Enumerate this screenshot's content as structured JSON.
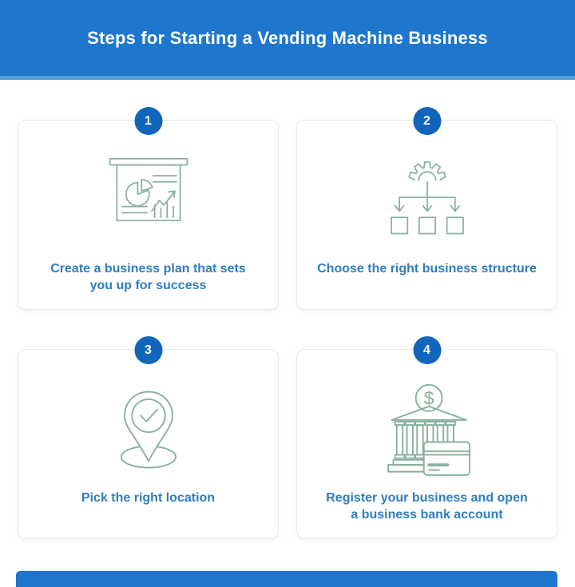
{
  "header": {
    "title": "Steps for Starting a Vending Machine Business"
  },
  "steps": [
    {
      "number": "1",
      "icon": "business-plan-presentation-icon",
      "caption_lines": [
        "Create a business plan that sets",
        "you up for success"
      ]
    },
    {
      "number": "2",
      "icon": "business-structure-hierarchy-icon",
      "caption_lines": [
        "Choose the right business structure"
      ]
    },
    {
      "number": "3",
      "icon": "location-pin-check-icon",
      "caption_lines": [
        "Pick the right location"
      ]
    },
    {
      "number": "4",
      "icon": "bank-account-icon",
      "caption_lines": [
        "Register your business and open",
        "a business bank account"
      ]
    }
  ],
  "colors": {
    "header_bg": "#1E77CC",
    "header_edge": "#559ED8",
    "badge_bg": "#1165BB",
    "caption_text": "#2F7DC0",
    "icon_stroke": "#8AB09C",
    "card_border": "#E7E9EB",
    "footer_bg": "#1E77CC"
  }
}
